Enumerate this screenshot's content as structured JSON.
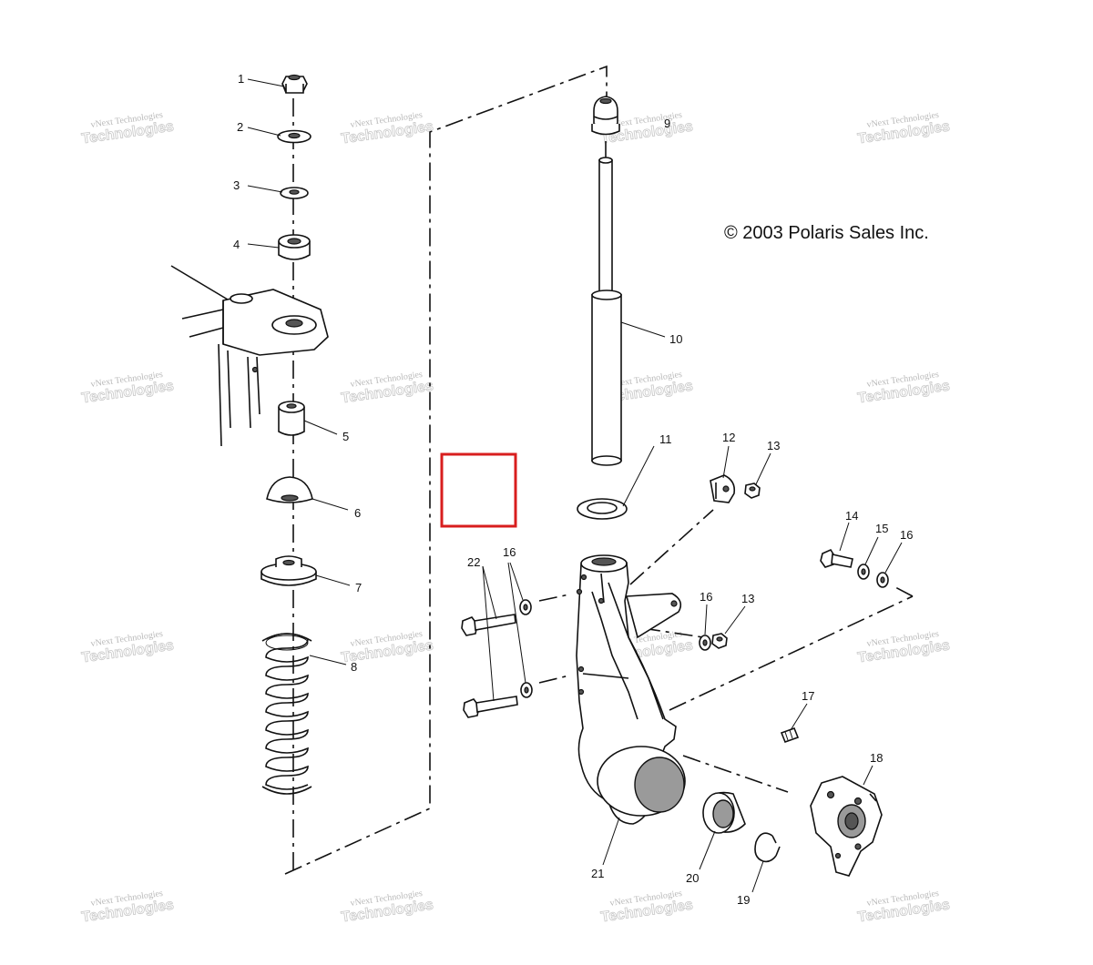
{
  "copyright": "© 2003 Polaris Sales Inc.",
  "watermark": {
    "line1": "vNext Technologies",
    "line2": "Technologies"
  },
  "highlight_color": "#d81e1e",
  "callouts": {
    "c1": "1",
    "c2": "2",
    "c3": "3",
    "c4": "4",
    "c5": "5",
    "c6": "6",
    "c7": "7",
    "c8": "8",
    "c9": "9",
    "c10": "10",
    "c11": "11",
    "c12": "12",
    "c13a": "13",
    "c13b": "13",
    "c14": "14",
    "c15": "15",
    "c16a": "16",
    "c16b": "16",
    "c16c": "16",
    "c17": "17",
    "c18": "18",
    "c19": "19",
    "c20": "20",
    "c21": "21",
    "c22": "22"
  }
}
